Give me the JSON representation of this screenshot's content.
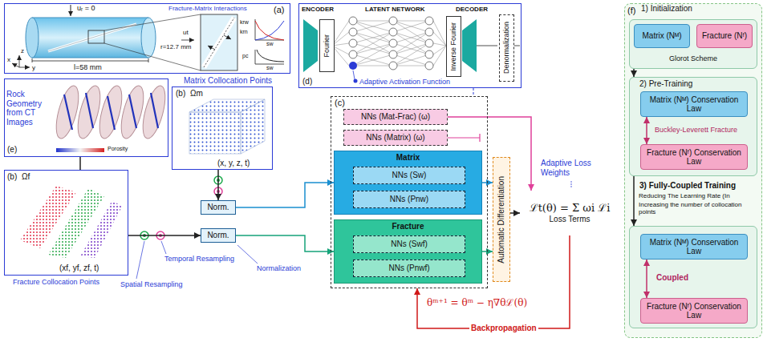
{
  "diagram": {
    "nodes": [
      {
        "text": [
          "(a)"
        ]
      },
      {
        "text": [
          "(d)"
        ]
      },
      {
        "text": [
          "Fourier"
        ],
        "in": 1
      },
      {
        "text": [
          "Inverse Fourier"
        ],
        "in": 1
      },
      {
        "text": [
          "Denormalization"
        ],
        "in": 1
      },
      {
        "text": [
          "Matrix Collocation Points",
          "(b)",
          "Ωm",
          "(x, y, z, t)"
        ]
      },
      {
        "text": [
          "(e)"
        ]
      },
      {
        "text": [
          "(b)",
          "Ωf",
          "(xf, yf, zf, t)",
          "Fracture Collocation Points"
        ]
      },
      {
        "text": [
          "Norm."
        ]
      },
      {
        "text": [
          "Norm."
        ]
      },
      {
        "text": [
          "(c)"
        ]
      },
      {
        "text": [
          "NNs (Mat-Frac) (ω)"
        ],
        "in": 10
      },
      {
        "text": [
          "NNs (Matrix) (ω)"
        ],
        "in": 10
      },
      {
        "text": [
          "Matrix"
        ],
        "in": 10
      },
      {
        "text": [
          "NNs (Sw)"
        ],
        "in": 13
      },
      {
        "text": [
          "NNs (Pnw)"
        ],
        "in": 13
      },
      {
        "text": [
          "Fracture"
        ],
        "in": 10
      },
      {
        "text": [
          "NNs (Swf)"
        ],
        "in": 16
      },
      {
        "text": [
          "NNs (Pnwf)"
        ],
        "in": 16
      },
      {
        "text": [
          "Automatic Differentiation"
        ]
      },
      {
        "text": [
          "ℒt(θ) = Σ ωi ℒi",
          "Loss Terms"
        ]
      },
      {
        "text": [
          "(f)"
        ]
      },
      {
        "text": [
          "1) Initialization",
          "Glorot Scheme"
        ],
        "in": 21
      },
      {
        "text": [
          "Matrix (Nᴹ)"
        ],
        "in": 22
      },
      {
        "text": [
          "Fracture (Nᶠ)"
        ],
        "in": 22
      },
      {
        "text": [
          "2) Pre-Training"
        ],
        "in": 21
      },
      {
        "text": [
          "Matrix (Nᴹ) Conservation Law"
        ],
        "in": 25
      },
      {
        "text": [
          "Fracture (Nᶠ) Conservation Law"
        ],
        "in": 25
      },
      {
        "text": [
          "3) Fully-Coupled Training"
        ],
        "in": 21
      },
      {
        "text": [
          "Matrix (Nᴹ) Conservation Law"
        ],
        "in": 28
      },
      {
        "text": [
          "Fracture (Nᶠ) Conservation Law"
        ],
        "in": 28
      }
    ],
    "edges": [
      {
        "from": 5,
        "to": 8,
        "arrow": "to"
      },
      {
        "from": 7,
        "to": 9,
        "arrow": "to"
      },
      {
        "from": 6,
        "to": 7,
        "arrow": "none"
      },
      {
        "from": 8,
        "to": 13,
        "arrow": "to"
      },
      {
        "from": 9,
        "to": 16,
        "arrow": "to"
      },
      {
        "from": 13,
        "to": 19,
        "arrow": "to"
      },
      {
        "from": 16,
        "to": 19,
        "arrow": "to"
      },
      {
        "from": 19,
        "to": 20,
        "arrow": "to"
      },
      {
        "from": 11,
        "to": 20,
        "arrow": "to"
      },
      {
        "from": 20,
        "to": 10,
        "label": "Backpropagation",
        "arrow": "to"
      },
      {
        "from": 22,
        "to": 25,
        "arrow": "to"
      },
      {
        "from": 25,
        "to": 28,
        "arrow": "to"
      },
      {
        "from": 26,
        "to": 27,
        "label": "Buckley-Leverett Fracture",
        "arrow": "both"
      },
      {
        "from": 29,
        "to": 30,
        "label": "Coupled",
        "arrow": "both"
      }
    ],
    "labels": [
      "uᵣ = 0",
      "Fracture-Matrix Interactions",
      "ut",
      "l=58 mm",
      "r=12.7 mm",
      "x",
      "y",
      "z",
      "krw",
      "krn",
      "sw",
      "pc",
      "sw",
      "ENCODER",
      "LATENT NETWORK",
      "DECODER",
      "Adaptive Activation Function",
      "Rock Geometry from CT Images",
      "Porosity",
      "Spatial Resampling",
      "Temporal Resampling",
      "Normalization",
      "Adaptive Loss Weights",
      "θᵐ⁺¹ = θᵐ − η∇θℒ(θ)",
      "Reducing The Learning Rate (In",
      "Increasing the number of collocation points"
    ]
  }
}
